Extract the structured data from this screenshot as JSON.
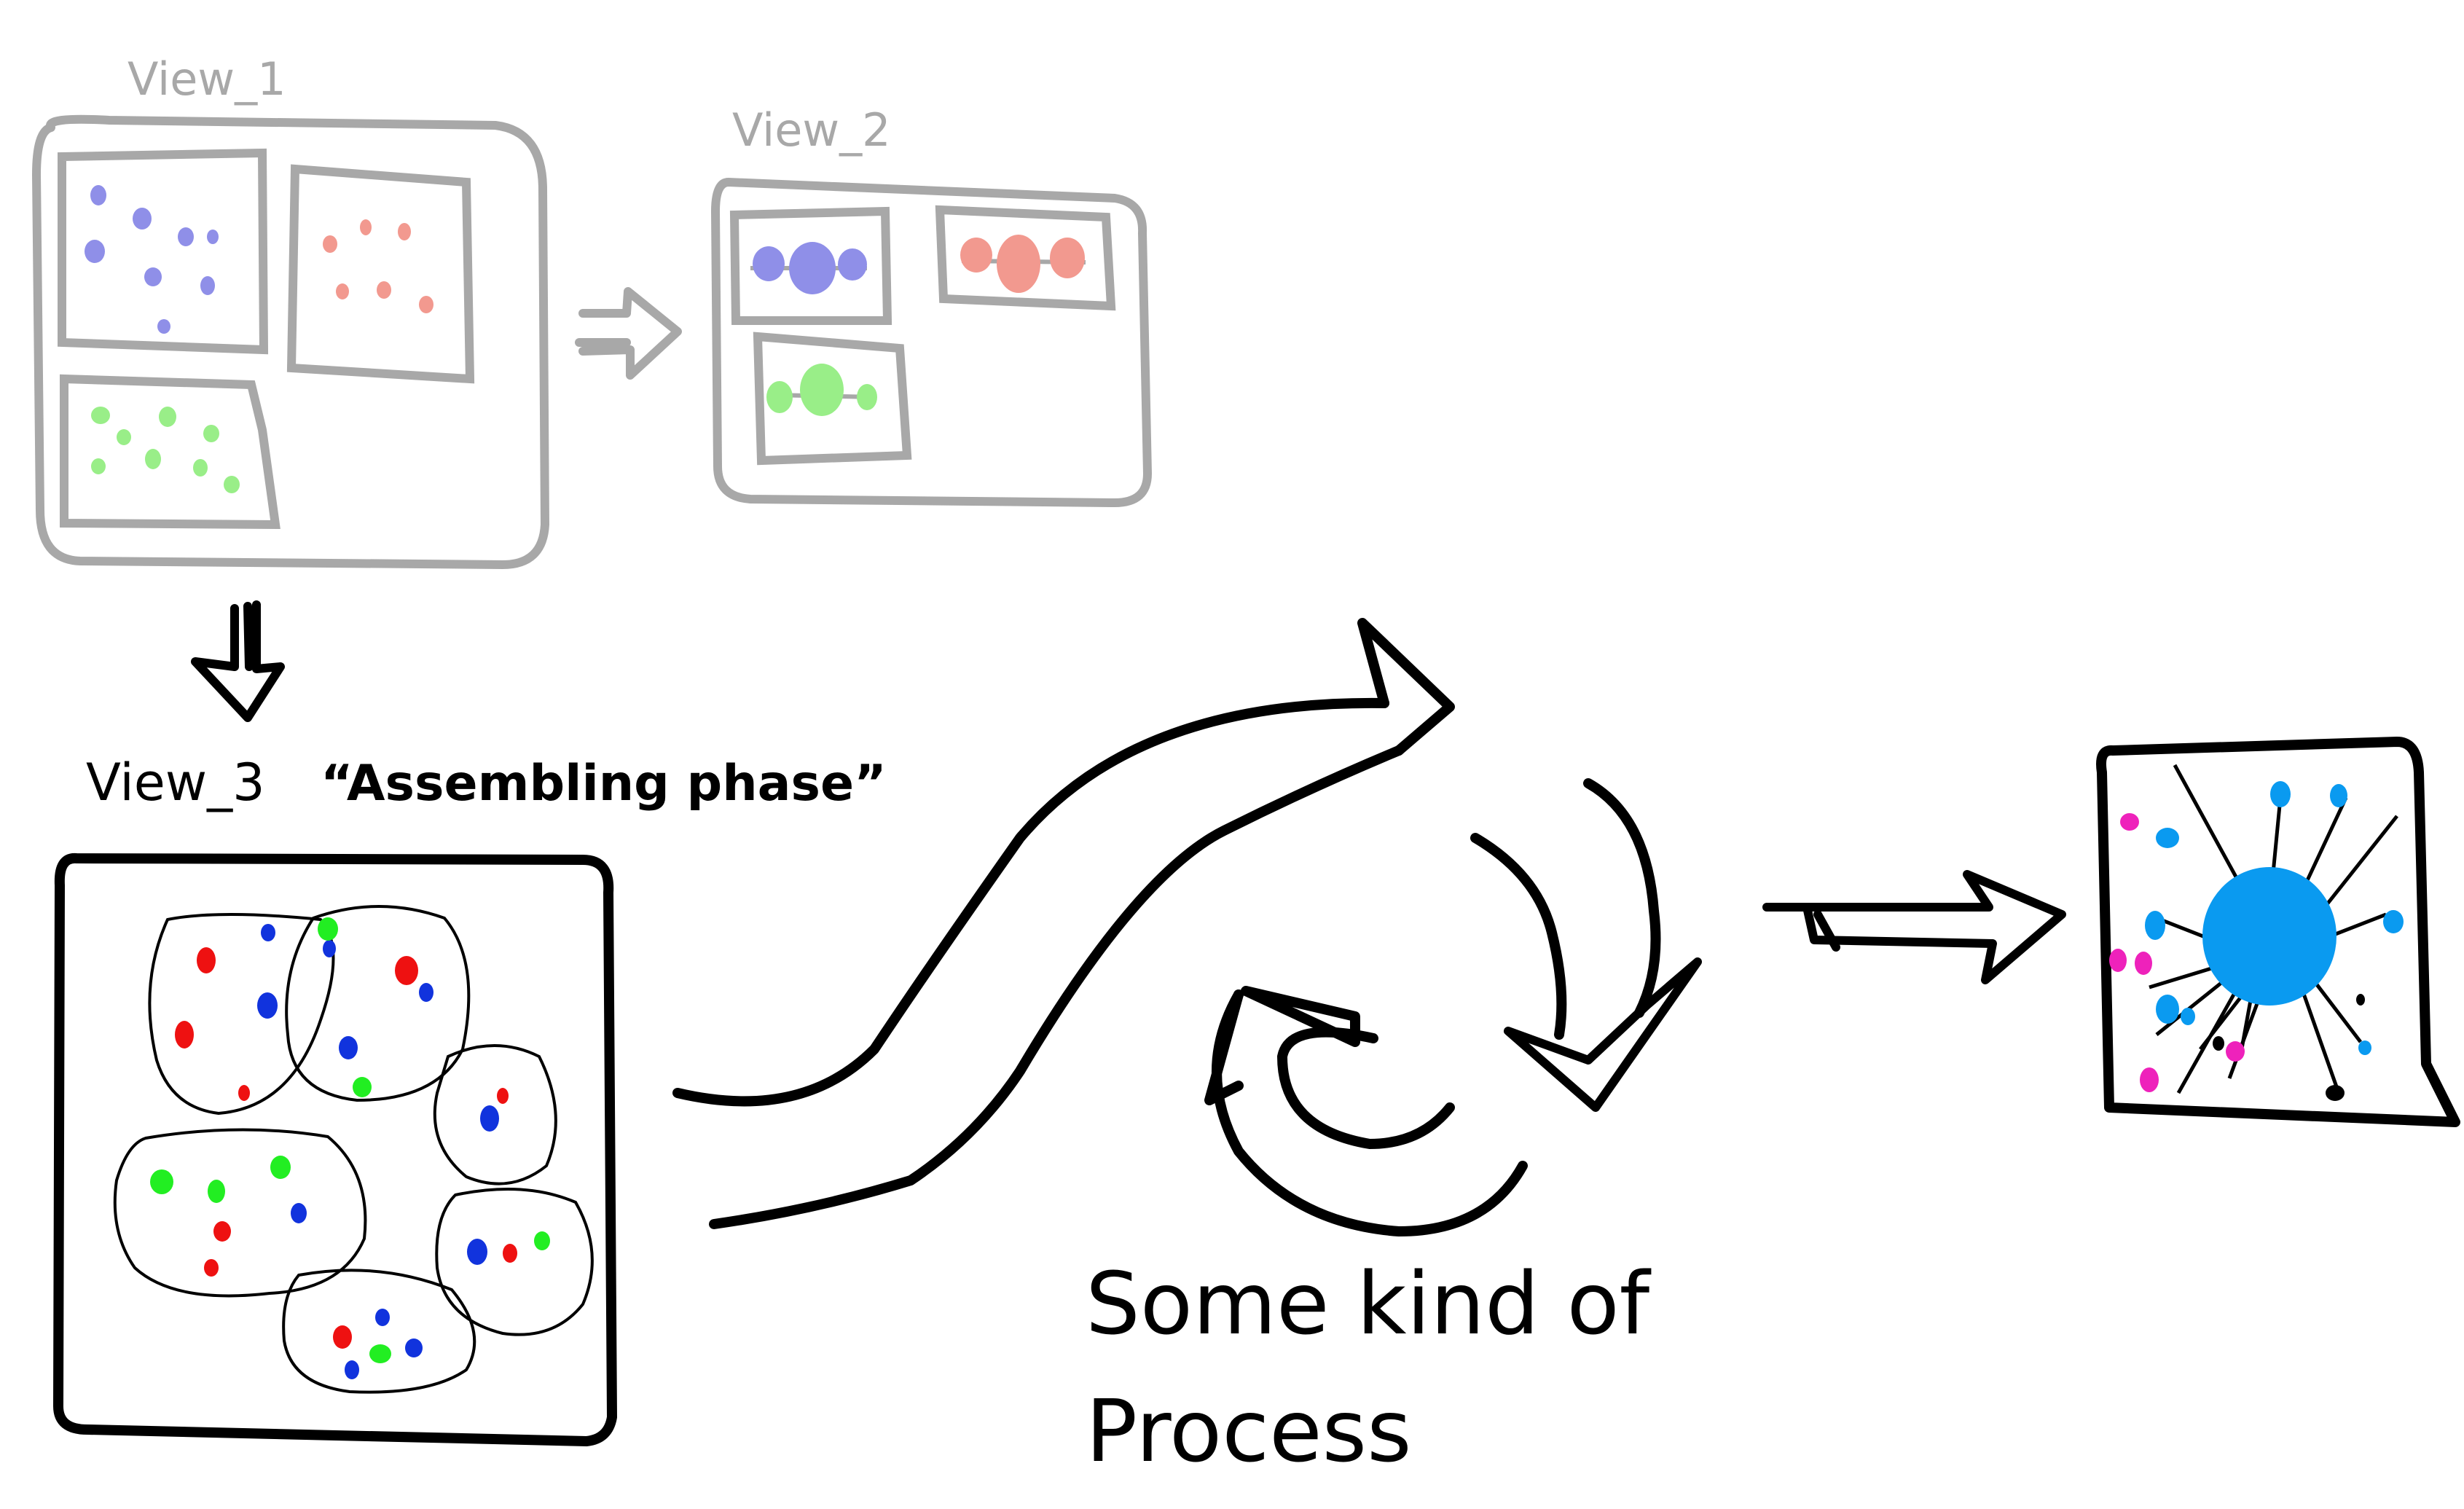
{
  "colors": {
    "gray": "#a8a8a8",
    "ink": "#000000",
    "blue_dots": "#8f8fe8",
    "red_dots": "#f2998f",
    "green_dots": "#99ee88",
    "cell_red": "#ee1111",
    "cell_blue": "#1133dd",
    "cell_green": "#22ee22",
    "hub_blue": "#0a9af0",
    "magenta": "#ee22bb"
  },
  "labels": {
    "view1": "View_1",
    "view2": "View_2",
    "view3": "View_3",
    "assembling": "“Assembling phase”",
    "process_line1": "Some kind of",
    "process_line2": "Process"
  }
}
